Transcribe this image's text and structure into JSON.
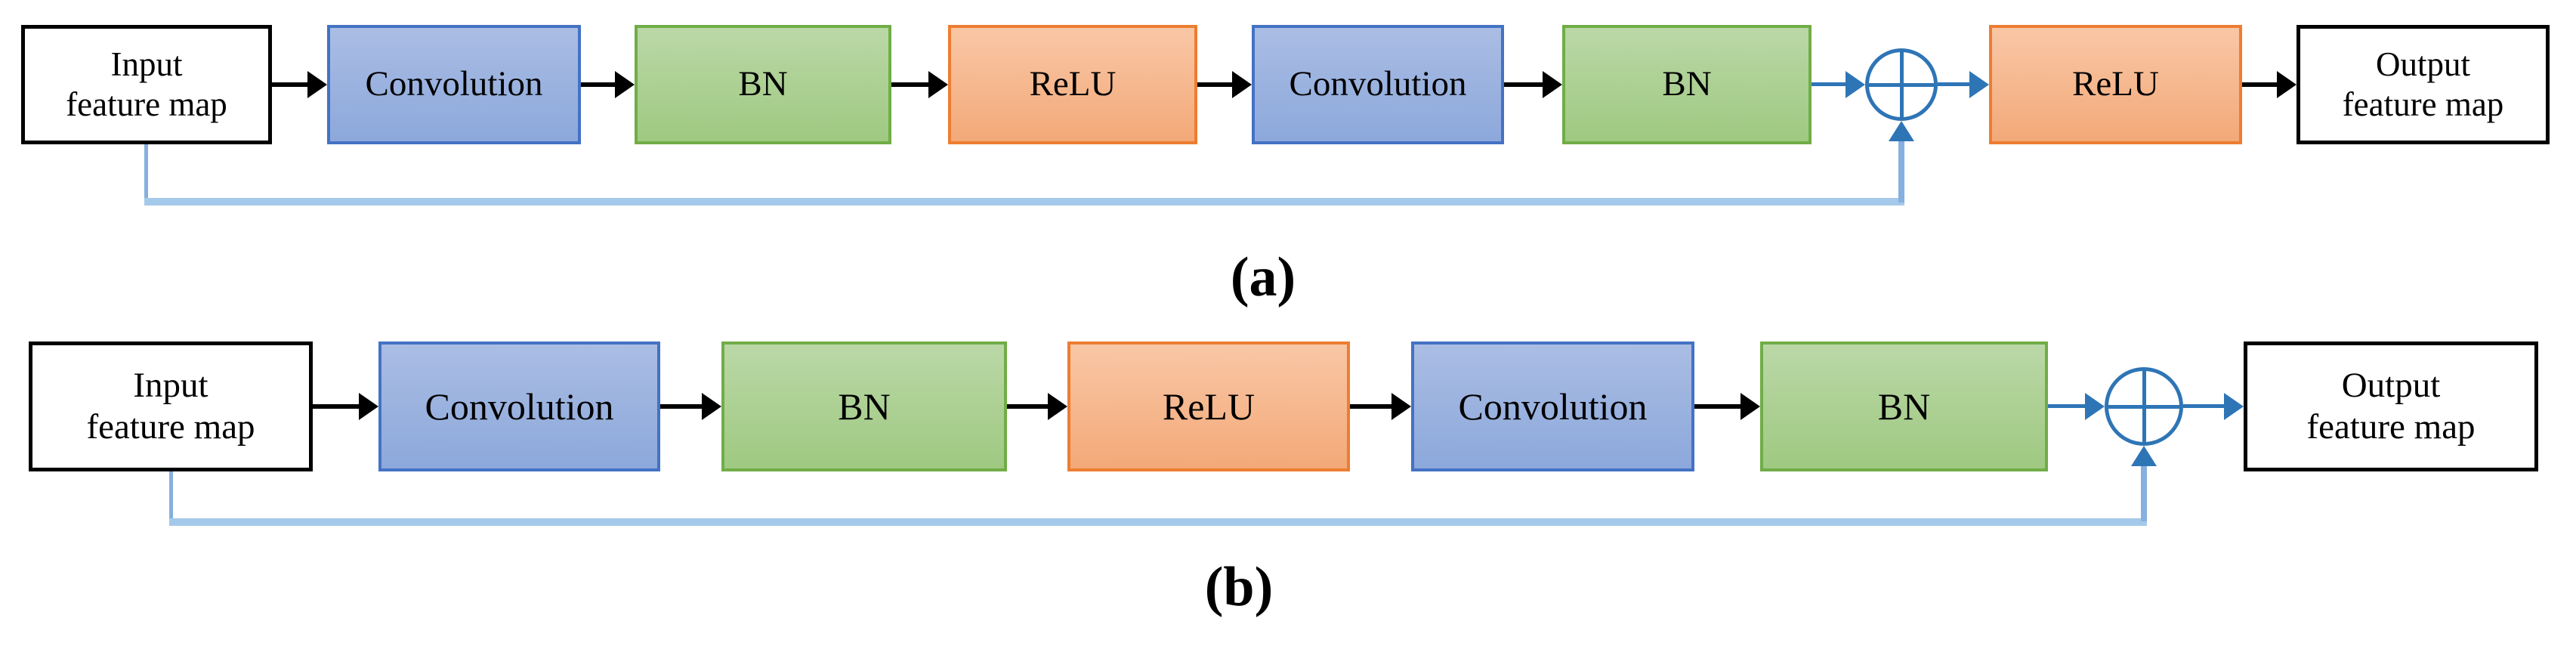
{
  "colors": {
    "conv_fill_top": "#AABDE4",
    "conv_fill_bottom": "#8CA8DB",
    "conv_border": "#4472C4",
    "bn_fill_top": "#BAD8A7",
    "bn_fill_bottom": "#9FC981",
    "bn_border": "#70AD47",
    "relu_fill_top": "#F9C7A6",
    "relu_fill_bottom": "#F3A978",
    "relu_border": "#ED7D31",
    "io_border": "#000000",
    "arrow_black": "#000000",
    "arrow_blue": "#2E75B6",
    "skip_blue": "#A5C9EA",
    "skip_blue_dark": "#85B0DF"
  },
  "panel_a": {
    "caption": "(a)",
    "input": {
      "line1": "Input",
      "line2": "feature map"
    },
    "conv1": "Convolution",
    "bn1": "BN",
    "relu1": "ReLU",
    "conv2": "Convolution",
    "bn2": "BN",
    "sum_icon": "circled-plus",
    "relu2": "ReLU",
    "output": {
      "line1": "Output",
      "line2": "feature map"
    }
  },
  "panel_b": {
    "caption": "(b)",
    "input": {
      "line1": "Input",
      "line2": "feature map"
    },
    "conv1": "Convolution",
    "bn1": "BN",
    "relu1": "ReLU",
    "conv2": "Convolution",
    "bn2": "BN",
    "sum_icon": "circled-plus",
    "output": {
      "line1": "Output",
      "line2": "feature map"
    }
  }
}
